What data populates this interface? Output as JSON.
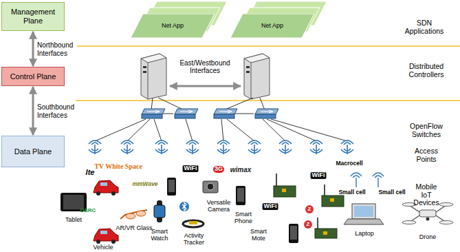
{
  "diagram": {
    "nodes": [
      {
        "text": [
          "Management Plane"
        ]
      },
      {
        "text": [
          "Control Plane"
        ]
      },
      {
        "text": [
          "Data Plane"
        ]
      },
      {
        "text": [
          "Net App"
        ]
      },
      {
        "text": [
          "Net App"
        ]
      }
    ],
    "edges": [
      {
        "from": 0,
        "to": 1,
        "label": "Northbound Interfaces",
        "arrow": "both"
      },
      {
        "from": 1,
        "to": 2,
        "label": "Southbound Interfaces",
        "arrow": "both"
      }
    ],
    "labels": [
      "SDN Applications",
      "East/Westbound Interfaces",
      "Distributed Controllers",
      "OpenFlow Switches",
      "Access Points",
      "lte",
      "TV White Space",
      "WiFi",
      "3G",
      "wimax",
      "WiFi",
      "Macrocell",
      "Small cell",
      "Small cell",
      "Mobile IoT Devices",
      "DSRC",
      "mmWave",
      "Z",
      "Smart Phone",
      "WiFi",
      "Z",
      "Tablet",
      "AR/VR Glass",
      "Versatile Camera",
      "Laptop",
      "Drone",
      "Activity Tracker",
      "Smart Watch",
      "Smart Mote",
      "Vehicle"
    ]
  }
}
